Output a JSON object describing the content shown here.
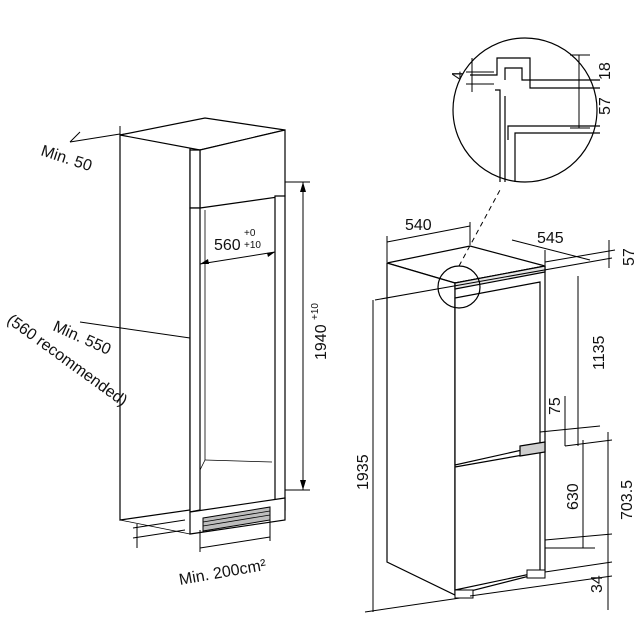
{
  "cabinet": {
    "min_top_clearance": "Min. 50",
    "niche_width": "560",
    "niche_width_tol_upper": "+0",
    "niche_width_tol_lower": "+10",
    "niche_height": "1940",
    "niche_height_tol": "+10",
    "min_depth": "Min. 550",
    "recommended_depth": "(560 recommended)",
    "vent_area": "Min. 200cm²"
  },
  "appliance": {
    "width": "540",
    "depth": "545",
    "top_offset": "57",
    "fridge_door_height": "1135",
    "gap_between_doors": "75",
    "freezer_door_height": "630",
    "freezer_section_height": "703.5",
    "total_height": "1935",
    "bottom_offset": "34"
  },
  "detail": {
    "gap": "4",
    "top_thickness": "18",
    "door_offset": "57"
  }
}
